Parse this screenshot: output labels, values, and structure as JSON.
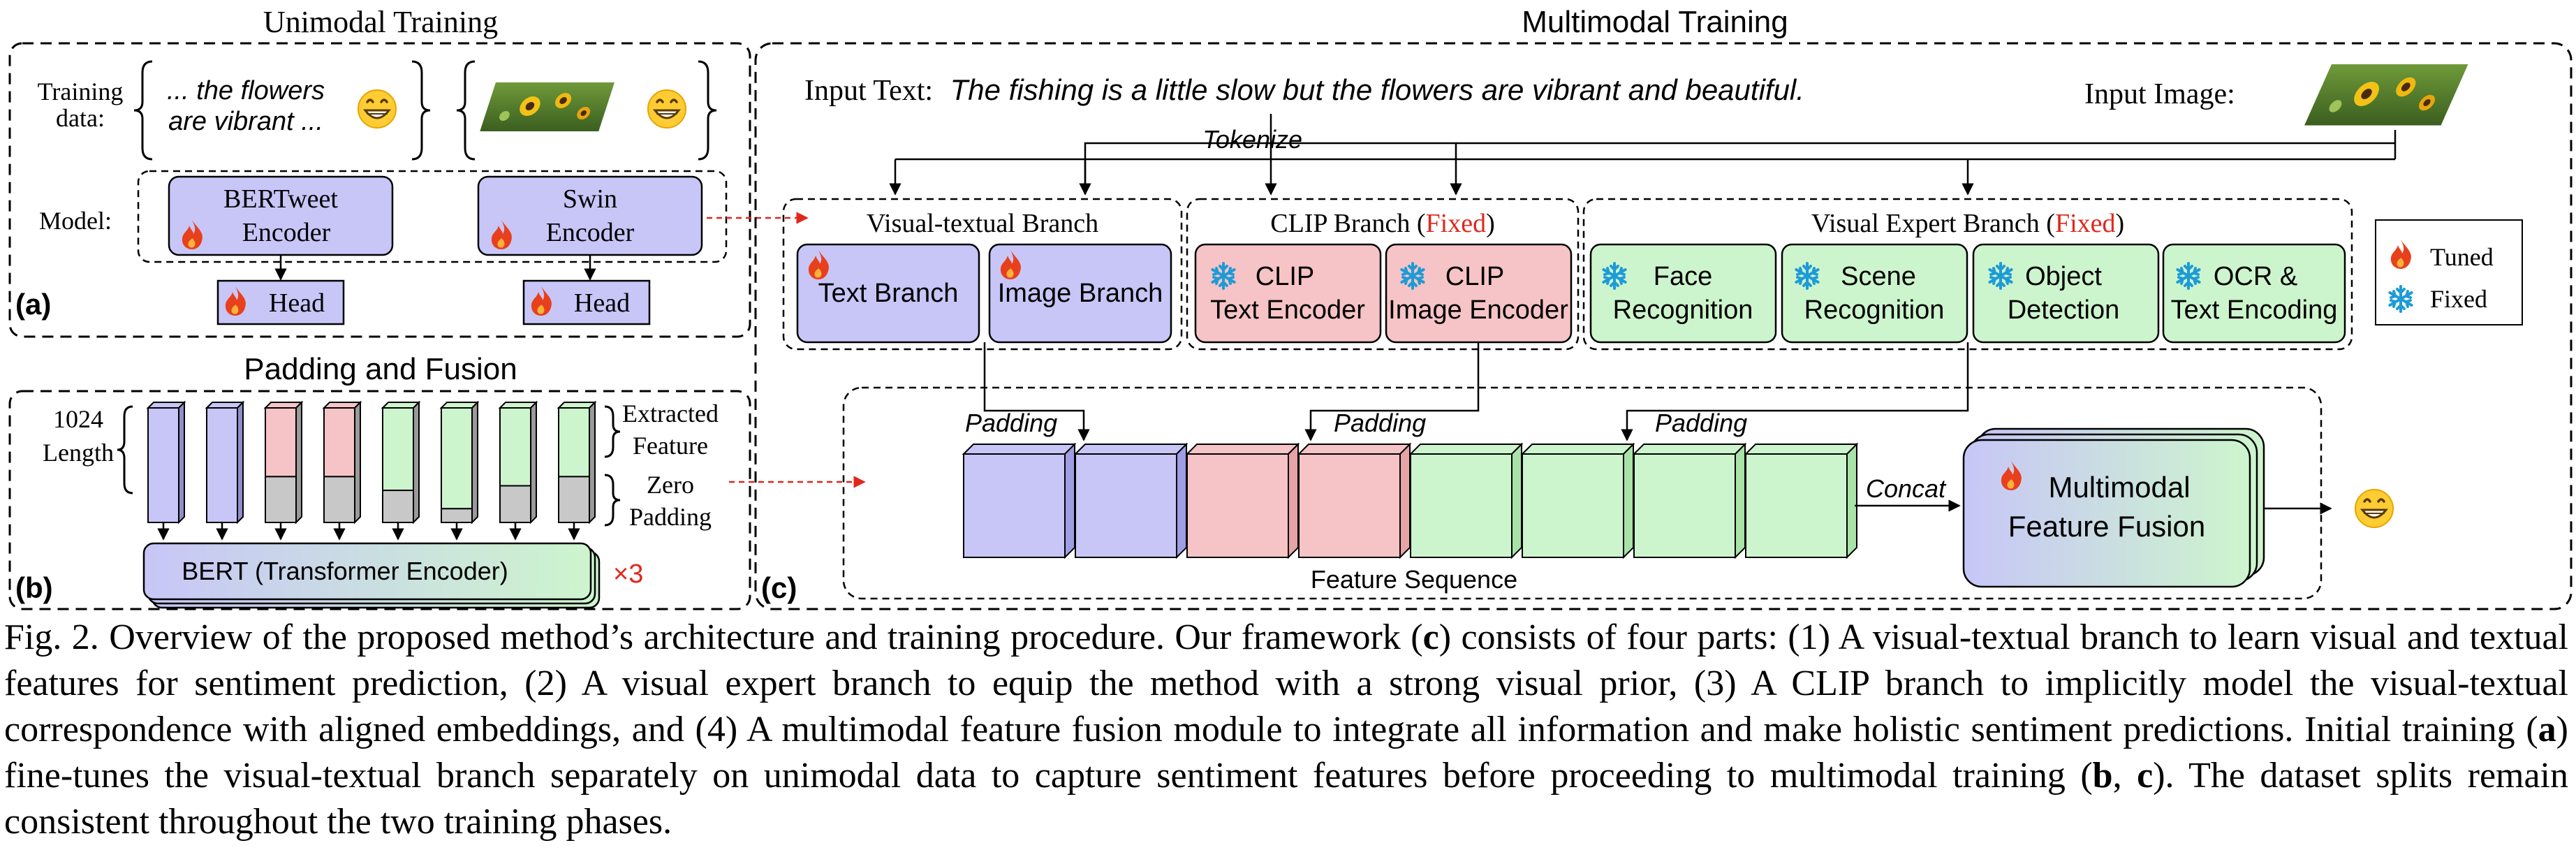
{
  "colors": {
    "blue_fill": "#c7c6f7",
    "pink_fill": "#f6c4c6",
    "green_fill": "#cdf5cd",
    "red_text": "#e0271c",
    "flame": "#e8401c",
    "snow": "#1e9bd7"
  },
  "icons": {
    "flame": "flame-icon",
    "snowflake": "snowflake-icon",
    "emoji": "grinning-face-icon",
    "photo": "flower-photo-icon"
  },
  "panel_a": {
    "title": "Unimodal Training",
    "training_label_1": "Training",
    "training_label_2": "data:",
    "text_sample_1": "... the flowers",
    "text_sample_2": "are vibrant ...",
    "model_label": "Model:",
    "bertweet_1": "BERTweet",
    "bertweet_2": "Encoder",
    "swin_1": "Swin",
    "swin_2": "Encoder",
    "head_1": "Head",
    "head_2": "Head",
    "tag": "(a)"
  },
  "panel_b": {
    "title": "Padding and Fusion",
    "length_1": "1024",
    "length_2": "Length",
    "extracted_1": "Extracted",
    "extracted_2": "Feature",
    "zero_1": "Zero",
    "zero_2": "Padding",
    "bert": "BERT (Transformer Encoder)",
    "times3": "×3",
    "tag": "(b)"
  },
  "panel_c": {
    "title": "Multimodal Training",
    "input_text_label": "Input Text:",
    "input_text": "The fishing is a little slow but the flowers are vibrant and beautiful.",
    "input_image_label": "Input Image:",
    "tokenize": "Tokenize",
    "vt_branch": "Visual-textual Branch",
    "text_branch": "Text Branch",
    "image_branch": "Image Branch",
    "clip_branch": "CLIP Branch (",
    "clip_fixed": "Fixed",
    "clip_close": ")",
    "clip_text_1": "CLIP",
    "clip_text_2": "Text Encoder",
    "clip_image_1": "CLIP",
    "clip_image_2": "Image Encoder",
    "ve_branch": "Visual Expert Branch (",
    "ve_fixed": "Fixed",
    "ve_close": ")",
    "face_1": "Face",
    "face_2": "Recognition",
    "scene_1": "Scene",
    "scene_2": "Recognition",
    "object_1": "Object",
    "object_2": "Detection",
    "ocr_1": "OCR &",
    "ocr_2": "Text Encoding",
    "legend_tuned": "Tuned",
    "legend_fixed": "Fixed",
    "padding_1": "Padding",
    "padding_2": "Padding",
    "padding_3": "Padding",
    "concat": "Concat",
    "fusion_1": "Multimodal",
    "fusion_2": "Feature Fusion",
    "feature_sequence": "Feature Sequence",
    "tag": "(c)"
  },
  "caption": {
    "lead": "Fig. 2.  Overview of the proposed method’s architecture and training procedure. Our framework (",
    "c1": "c",
    "mid1": ") consists of four parts: (1) A visual-textual branch to learn visual and textual features for sentiment prediction, (2) A visual expert branch to equip the method with a strong visual prior, (3) A CLIP branch to implicitly model the visual-textual correspondence with aligned embeddings, and (4) A multimodal feature fusion module to integrate all information and make holistic sentiment predictions. Initial training (",
    "a1": "a",
    "mid2": ") fine-tunes the visual-textual branch separately on unimodal data to capture sentiment features before proceeding to multimodal training (",
    "b1": "b",
    "sep": ", ",
    "c2": "c",
    "end": "). The dataset splits remain consistent throughout the two training phases."
  }
}
